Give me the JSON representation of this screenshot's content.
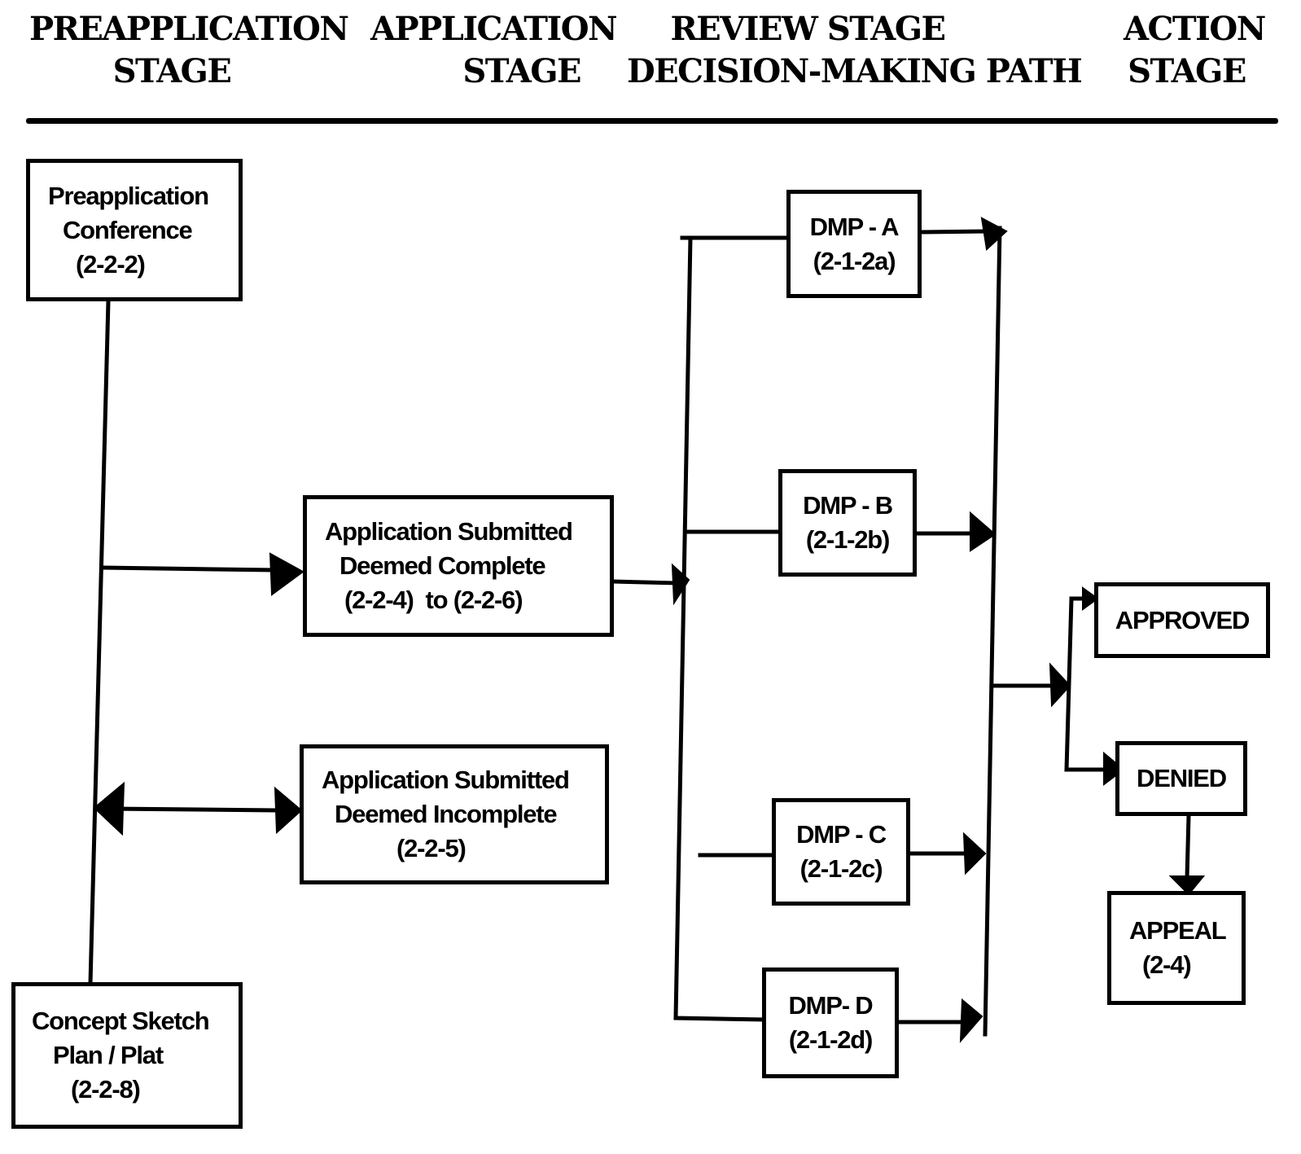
{
  "headers": [
    {
      "id": "preapplication",
      "lines": [
        "PREAPPLICATION",
        "STAGE"
      ]
    },
    {
      "id": "application",
      "lines": [
        "APPLICATION",
        "STAGE"
      ]
    },
    {
      "id": "review",
      "lines": [
        "REVIEW STAGE",
        "DECISION-MAKING PATH"
      ]
    },
    {
      "id": "action",
      "lines": [
        "ACTION",
        "STAGE"
      ]
    }
  ],
  "nodes": {
    "preapp_conference": {
      "lines": [
        "Preapplication",
        "Conference",
        "(2-2-2)"
      ]
    },
    "concept_sketch": {
      "lines": [
        "Concept Sketch",
        "Plan / Plat",
        "(2-2-8)"
      ]
    },
    "app_complete": {
      "lines": [
        "Application Submitted",
        "Deemed Complete",
        "(2-2-4)  to (2-2-6)"
      ]
    },
    "app_incomplete": {
      "lines": [
        "Application Submitted",
        "Deemed Incomplete",
        "(2-2-5)"
      ]
    },
    "dmp_a": {
      "lines": [
        "DMP - A",
        "(2-1-2a)"
      ]
    },
    "dmp_b": {
      "lines": [
        "DMP - B",
        "(2-1-2b)"
      ]
    },
    "dmp_c": {
      "lines": [
        "DMP - C",
        "(2-1-2c)"
      ]
    },
    "dmp_d": {
      "lines": [
        "DMP- D",
        "(2-1-2d)"
      ]
    },
    "approved": {
      "lines": [
        "APPROVED"
      ]
    },
    "denied": {
      "lines": [
        "DENIED"
      ]
    },
    "appeal": {
      "lines": [
        "APPEAL",
        "(2-4)"
      ]
    }
  },
  "edges": [
    {
      "from": "preapp_conference",
      "to": "concept_sketch",
      "type": "line"
    },
    {
      "from": "preapp_conference",
      "to": "app_complete",
      "type": "arrow"
    },
    {
      "from": "concept_sketch",
      "to": "app_incomplete",
      "type": "double-arrow"
    },
    {
      "from": "app_complete",
      "to": "dmp_a",
      "type": "arrow"
    },
    {
      "from": "app_complete",
      "to": "dmp_b",
      "type": "arrow"
    },
    {
      "from": "app_complete",
      "to": "dmp_c",
      "type": "arrow"
    },
    {
      "from": "app_complete",
      "to": "dmp_d",
      "type": "arrow"
    },
    {
      "from": "dmp_a",
      "to": "action",
      "type": "arrow"
    },
    {
      "from": "dmp_b",
      "to": "action",
      "type": "arrow"
    },
    {
      "from": "dmp_c",
      "to": "action",
      "type": "arrow"
    },
    {
      "from": "dmp_d",
      "to": "action",
      "type": "arrow"
    },
    {
      "from": "action",
      "to": "approved",
      "type": "arrow"
    },
    {
      "from": "action",
      "to": "denied",
      "type": "arrow"
    },
    {
      "from": "denied",
      "to": "appeal",
      "type": "arrow"
    }
  ]
}
